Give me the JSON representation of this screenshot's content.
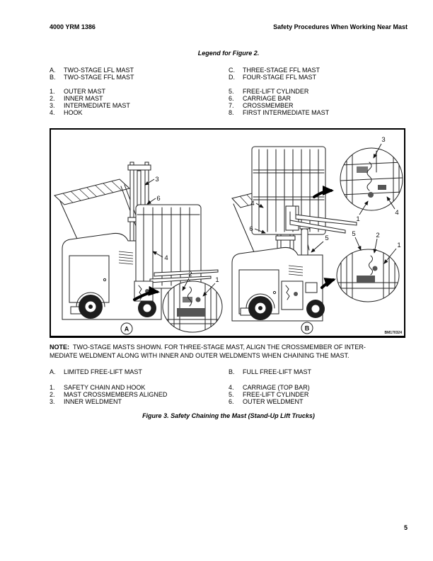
{
  "colors": {
    "ink": "#000000",
    "paper": "#ffffff"
  },
  "page": {
    "number": "5"
  },
  "header": {
    "left": "4000 YRM 1386",
    "right": "Safety Procedures When Working Near Mast"
  },
  "legend_fig2": {
    "title": "Legend for Figure 2.",
    "letters": {
      "left": [
        {
          "id": "A.",
          "label": "TWO-STAGE LFL MAST"
        },
        {
          "id": "B.",
          "label": "TWO-STAGE FFL MAST"
        }
      ],
      "right": [
        {
          "id": "C.",
          "label": "THREE-STAGE FFL MAST"
        },
        {
          "id": "D.",
          "label": "FOUR-STAGE FFL MAST"
        }
      ]
    },
    "numbers": {
      "left": [
        {
          "id": "1.",
          "label": "OUTER MAST"
        },
        {
          "id": "2.",
          "label": "INNER MAST"
        },
        {
          "id": "3.",
          "label": "INTERMEDIATE MAST"
        },
        {
          "id": "4.",
          "label": "HOOK"
        }
      ],
      "right": [
        {
          "id": "5.",
          "label": "FREE-LIFT CYLINDER"
        },
        {
          "id": "6.",
          "label": "CARRIAGE BAR"
        },
        {
          "id": "7.",
          "label": "CROSSMEMBER"
        },
        {
          "id": "8.",
          "label": "FIRST INTERMEDIATE MAST"
        }
      ]
    }
  },
  "figure3": {
    "image_code": "BM170324",
    "truck_a": {
      "label": "A",
      "callouts": {
        "c3": "3",
        "c6": "6",
        "c4": "4",
        "c2": "2",
        "c1": "1"
      }
    },
    "truck_b": {
      "label": "B",
      "callouts": {
        "c4": "4",
        "c6": "6",
        "c5": "5",
        "c3_top": "3",
        "c1_top": "1",
        "c4_top": "4",
        "c5_bot": "5",
        "c2_bot": "2",
        "c1_bot": "1"
      }
    },
    "note": {
      "label": "NOTE:",
      "line1": "TWO-STAGE MASTS SHOWN. FOR THREE-STAGE MAST, ALIGN THE CROSSMEMBER OF INTER-",
      "line2": "MEDIATE WELDMENT ALONG WITH INNER AND OUTER WELDMENTS WHEN CHAINING THE MAST."
    },
    "legend": {
      "letters": {
        "left": [
          {
            "id": "A.",
            "label": "LIMITED FREE-LIFT MAST"
          }
        ],
        "right": [
          {
            "id": "B.",
            "label": "FULL FREE-LIFT MAST"
          }
        ]
      },
      "numbers": {
        "left": [
          {
            "id": "1.",
            "label": "SAFETY CHAIN AND HOOK"
          },
          {
            "id": "2.",
            "label": "MAST CROSSMEMBERS ALIGNED"
          },
          {
            "id": "3.",
            "label": "INNER WELDMENT"
          }
        ],
        "right": [
          {
            "id": "4.",
            "label": "CARRIAGE (TOP BAR)"
          },
          {
            "id": "5.",
            "label": "FREE-LIFT CYLINDER"
          },
          {
            "id": "6.",
            "label": "OUTER WELDMENT"
          }
        ]
      }
    },
    "caption": "Figure 3. Safety Chaining the Mast (Stand-Up Lift Trucks)"
  }
}
